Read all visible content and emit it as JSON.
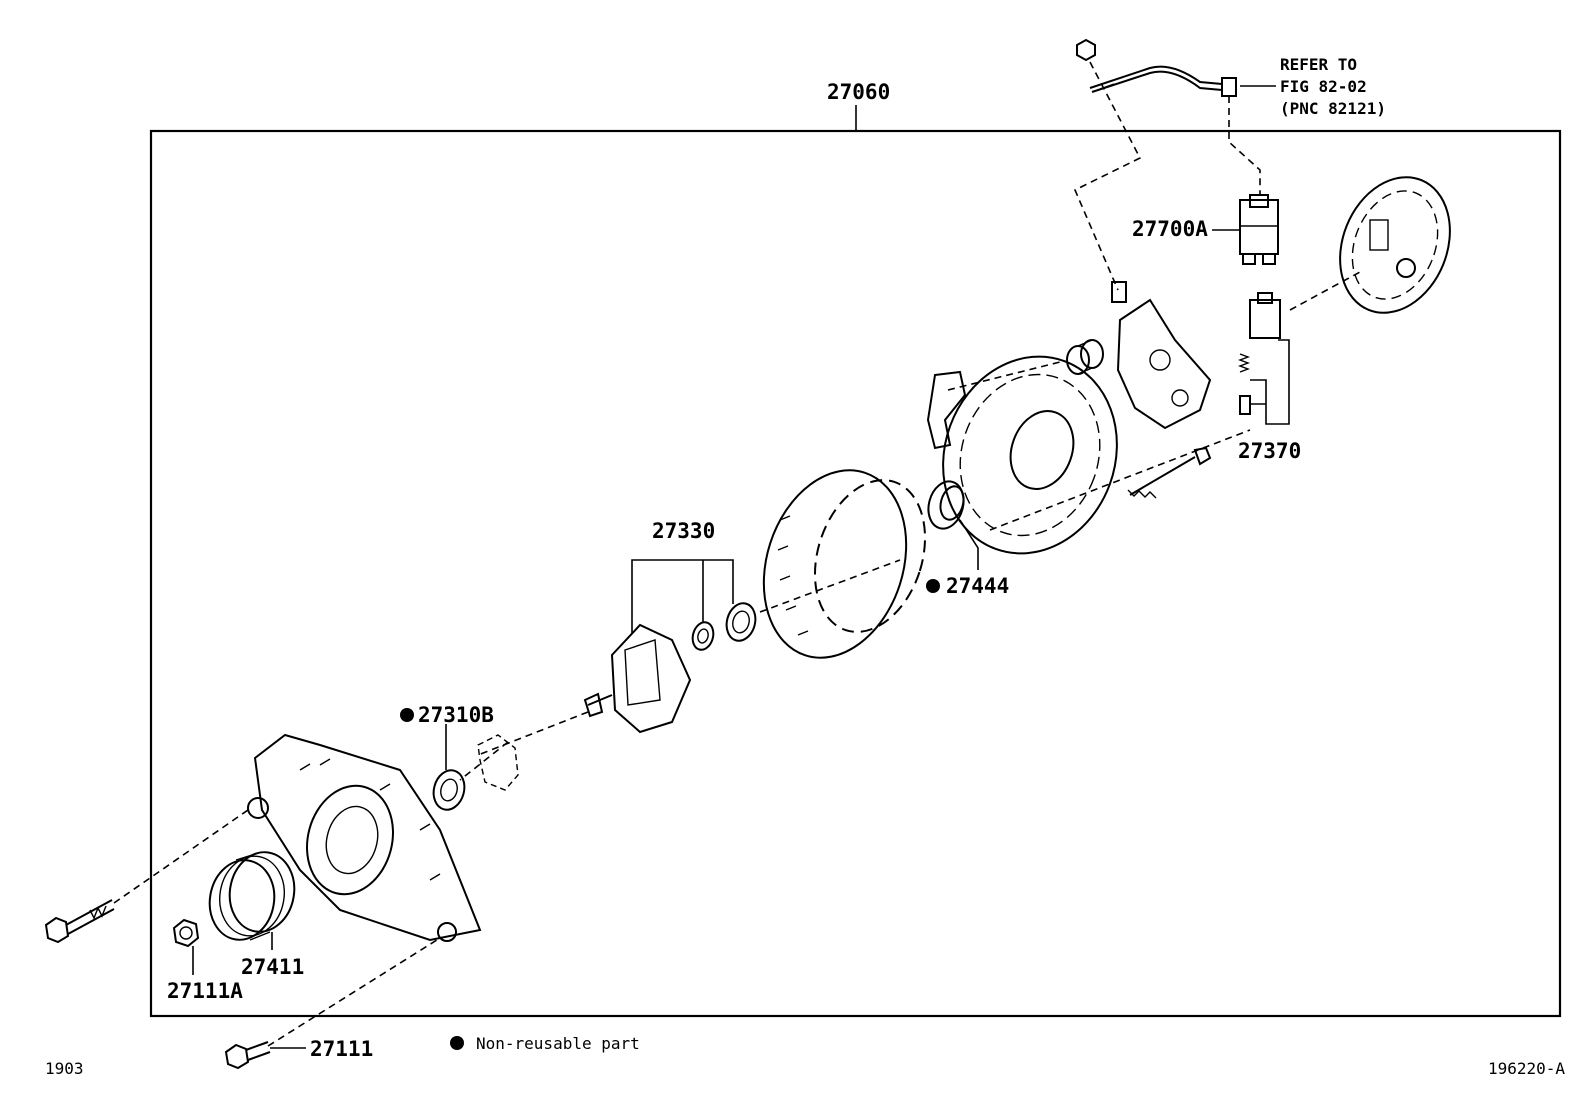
{
  "diagram": {
    "assembly_label": "27060",
    "refer_note": [
      "REFER TO",
      "FIG 82-02",
      "(PNC 82121)"
    ],
    "part_labels": {
      "p27700A": "27700A",
      "p27370": "27370",
      "p27330": "27330",
      "p27444": "27444",
      "p27310B": "27310B",
      "p27411": "27411",
      "p27111A": "27111A",
      "p27111": "27111"
    },
    "non_reusable_parts": [
      "27444",
      "27310B"
    ],
    "legend": {
      "marker": "●",
      "text": "Non-reusable part"
    },
    "footer_left": "1903",
    "footer_right": "196220-A"
  }
}
